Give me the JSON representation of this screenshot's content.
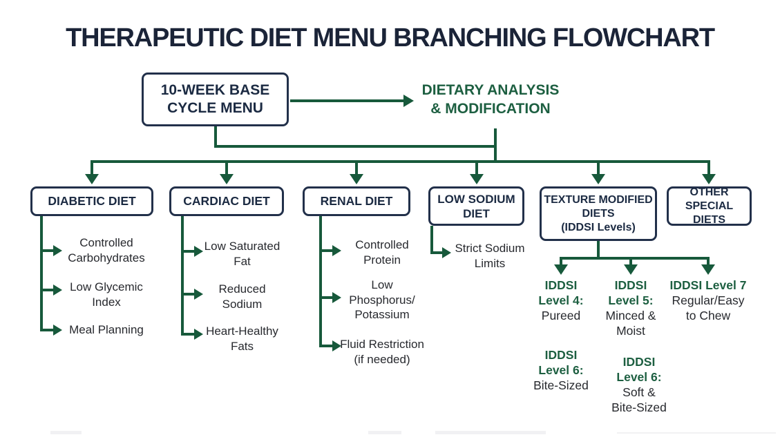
{
  "title": "THERAPEUTIC DIET MENU BRANCHING FLOWCHART",
  "root_box": {
    "label": "10-WEEK BASE\nCYCLE MENU"
  },
  "analysis_label": "DIETARY ANALYSIS\n& MODIFICATION",
  "colors": {
    "navy_text": "#1b2a42",
    "green_text": "#1d5f41",
    "line_green": "#17593b",
    "item_text": "#27292e",
    "background": "#ffffff"
  },
  "branches": [
    {
      "label": "DIABETIC DIET",
      "items": [
        "Controlled\nCarbohydrates",
        "Low Glycemic\nIndex",
        "Meal Planning"
      ]
    },
    {
      "label": "CARDIAC DIET",
      "items": [
        "Low Saturated\nFat",
        "Reduced\nSodium",
        "Heart-Healthy\nFats"
      ]
    },
    {
      "label": "RENAL DIET",
      "items": [
        "Controlled\nProtein",
        "Low\nPhosphorus/\nPotassium",
        "Fluid Restriction\n(if needed)"
      ]
    },
    {
      "label": "LOW SODIUM\nDIET",
      "items": [
        "Strict Sodium\nLimits"
      ]
    },
    {
      "label": "TEXTURE MODIFIED\nDIETS\n(IDDSI Levels)",
      "levels": [
        {
          "name": "IDDSI\nLevel 4:",
          "desc": "Pureed"
        },
        {
          "name": "IDDSI\nLevel 5:",
          "desc": "Minced &\nMoist"
        },
        {
          "name": "IDDSI Level 7",
          "desc": "Regular/Easy\nto Chew"
        },
        {
          "name": "IDDSI\nLevel 6:",
          "desc": "Bite-Sized"
        },
        {
          "name": "IDDSI\nLevel 6:",
          "desc": "Soft &\nBite-Sized"
        }
      ]
    },
    {
      "label": "OTHER\nSPECIAL DIETS",
      "items": []
    }
  ]
}
